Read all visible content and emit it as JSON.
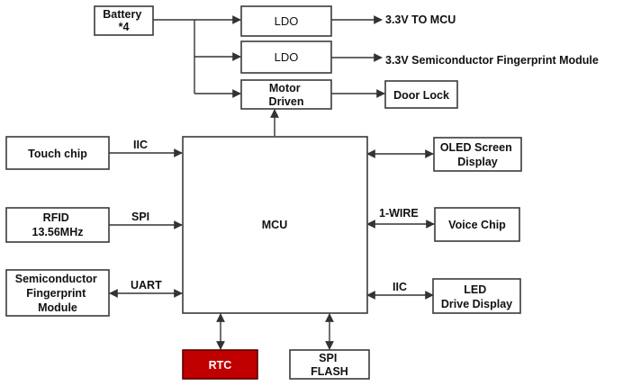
{
  "blocks": {
    "battery": [
      "Battery",
      "*4"
    ],
    "ldo1": [
      "LDO"
    ],
    "ldo2": [
      "LDO"
    ],
    "motor": [
      "Motor",
      "Driven"
    ],
    "doorlock": [
      "Door Lock"
    ],
    "touch": [
      "Touch chip"
    ],
    "rfid": [
      "RFID",
      "13.56MHz"
    ],
    "fingerprint": [
      "Semiconductor",
      "Fingerprint",
      "Module"
    ],
    "mcu": [
      "MCU"
    ],
    "oled": [
      "OLED Screen",
      "Display"
    ],
    "voice": [
      "Voice Chip"
    ],
    "led": [
      "LED",
      "Drive Display"
    ],
    "rtc": [
      "RTC"
    ],
    "flash": [
      "SPI",
      "FLASH"
    ]
  },
  "outputs": {
    "mcu_power": "3.3V TO MCU",
    "fingerprint_power": "3.3V  Semiconductor Fingerprint Module"
  },
  "links": {
    "touch_iic": "IIC",
    "rfid_spi": "SPI",
    "fingerprint_uart": "UART",
    "oled": "",
    "voice_1wire": "1-WIRE",
    "led_iic": "IIC"
  },
  "colors": {
    "line": "#333333",
    "border": "#3a3a3a",
    "rtc_fill": "#c00000"
  }
}
